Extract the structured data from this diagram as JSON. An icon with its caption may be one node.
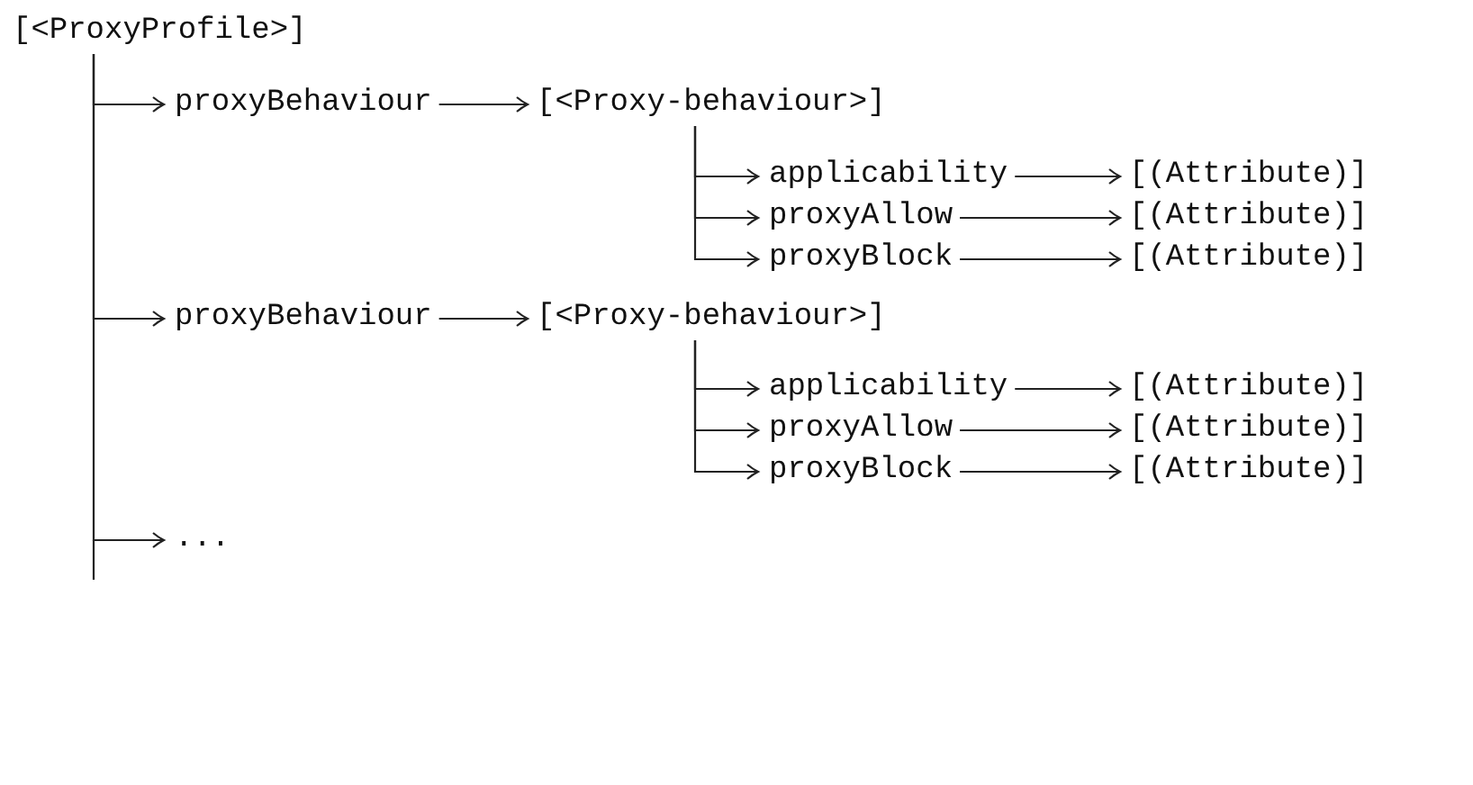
{
  "diagram": {
    "nodes": [
      {
        "text": [
          "[<ProxyProfile>]"
        ]
      },
      {
        "text": [
          "proxyBehaviour"
        ]
      },
      {
        "text": [
          "[<Proxy-behaviour>]"
        ]
      },
      {
        "text": [
          "applicability"
        ]
      },
      {
        "text": [
          "[(Attribute)]"
        ]
      },
      {
        "text": [
          "proxyAllow"
        ]
      },
      {
        "text": [
          "[(Attribute)]"
        ]
      },
      {
        "text": [
          "proxyBlock"
        ]
      },
      {
        "text": [
          "[(Attribute)]"
        ]
      },
      {
        "text": [
          "proxyBehaviour"
        ]
      },
      {
        "text": [
          "[<Proxy-behaviour>]"
        ]
      },
      {
        "text": [
          "applicability"
        ]
      },
      {
        "text": [
          "[(Attribute)]"
        ]
      },
      {
        "text": [
          "proxyAllow"
        ]
      },
      {
        "text": [
          "[(Attribute)]"
        ]
      },
      {
        "text": [
          "proxyBlock"
        ]
      },
      {
        "text": [
          "[(Attribute)]"
        ]
      },
      {
        "text": [
          "..."
        ]
      }
    ],
    "edges": [
      {
        "from": 0,
        "to": 1,
        "arrow": "to"
      },
      {
        "from": 1,
        "to": 2,
        "arrow": "to"
      },
      {
        "from": 2,
        "to": 3,
        "arrow": "to"
      },
      {
        "from": 3,
        "to": 4,
        "arrow": "to"
      },
      {
        "from": 2,
        "to": 5,
        "arrow": "to"
      },
      {
        "from": 5,
        "to": 6,
        "arrow": "to"
      },
      {
        "from": 2,
        "to": 7,
        "arrow": "to"
      },
      {
        "from": 7,
        "to": 8,
        "arrow": "to"
      },
      {
        "from": 0,
        "to": 9,
        "arrow": "to"
      },
      {
        "from": 9,
        "to": 10,
        "arrow": "to"
      },
      {
        "from": 10,
        "to": 11,
        "arrow": "to"
      },
      {
        "from": 11,
        "to": 12,
        "arrow": "to"
      },
      {
        "from": 10,
        "to": 13,
        "arrow": "to"
      },
      {
        "from": 13,
        "to": 14,
        "arrow": "to"
      },
      {
        "from": 10,
        "to": 15,
        "arrow": "to"
      },
      {
        "from": 15,
        "to": 16,
        "arrow": "to"
      },
      {
        "from": 0,
        "to": 17,
        "arrow": "to"
      }
    ]
  }
}
